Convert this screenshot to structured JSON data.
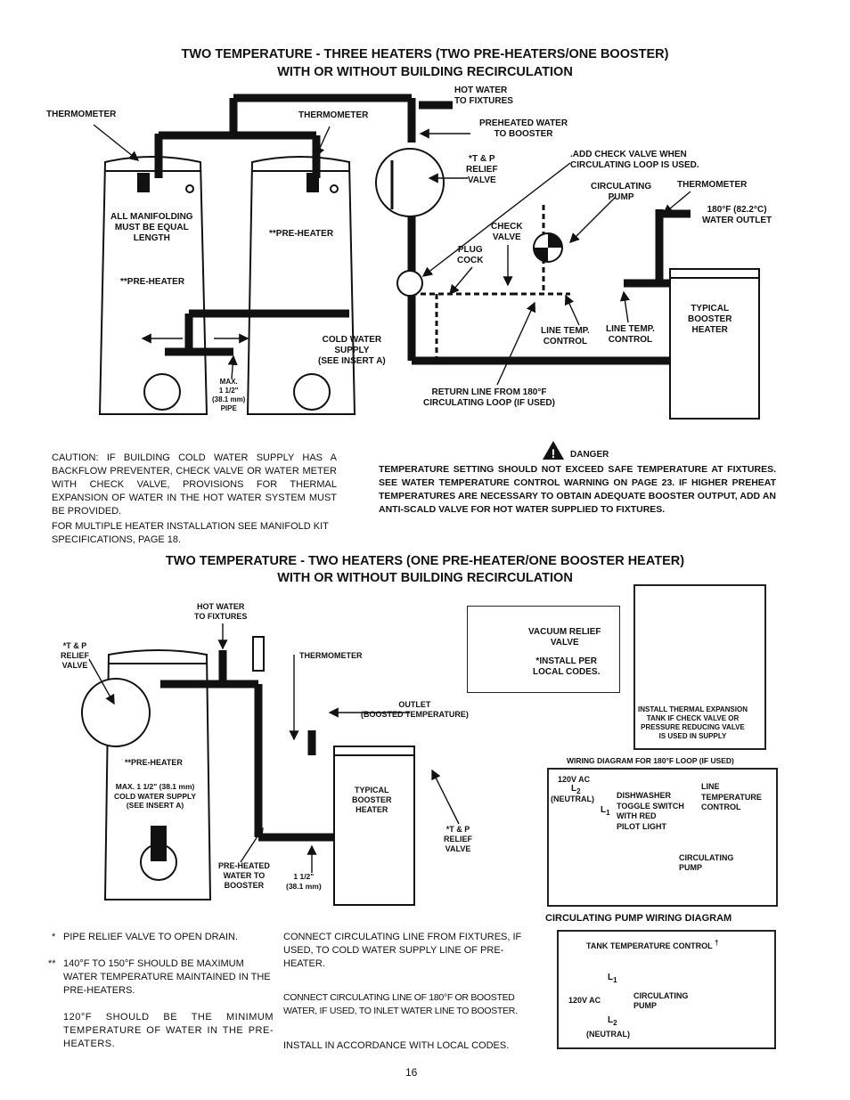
{
  "section1": {
    "title_line1": "TWO TEMPERATURE - THREE HEATERS (TWO PRE-HEATERS/ONE BOOSTER)",
    "title_line2": "WITH OR WITHOUT BUILDING RECIRCULATION",
    "labels": {
      "thermometer_left": "THERMOMETER",
      "thermometer_mid": "THERMOMETER",
      "hot_water_fixtures": "HOT WATER\nTO FIXTURES",
      "preheated_to_booster": "PREHEATED WATER\nTO BOOSTER",
      "tp_relief": "*T & P\nRELIEF\nVALVE",
      "add_check_valve": ".ADD CHECK VALVE WHEN\nCIRCULATING LOOP IS USED.",
      "circulating_pump": "CIRCULATING\nPUMP",
      "thermometer_right": "THERMOMETER",
      "water_outlet": "180°F (82.2°C)\nWATER OUTLET",
      "all_manifolding": "ALL MANIFOLDING\nMUST BE EQUAL\nLENGTH",
      "pre_heater_2": "**PRE-HEATER",
      "check_valve": "CHECK\nVALVE",
      "plug_cock": "PLUG\nCOCK",
      "pre_heater_1": "**PRE-HEATER",
      "typical_booster": "TYPICAL\nBOOSTER\nHEATER",
      "cold_water_supply": "COLD WATER\nSUPPLY\n(SEE INSERT A)",
      "line_temp_1": "LINE TEMP.\nCONTROL",
      "line_temp_2": "LINE TEMP.\nCONTROL",
      "max_pipe": "MAX.\n1 1/2\"\n(38.1 mm)\nPIPE",
      "return_line": "RETURN LINE FROM 180°F\nCIRCULATING LOOP (IF USED)"
    }
  },
  "caution": {
    "para1": "CAUTION: IF BUILDING COLD WATER SUPPLY HAS A BACKFLOW PREVENTER, CHECK VALVE OR WATER METER WITH CHECK VALVE, PROVISIONS FOR THERMAL EXPANSION OF WATER IN THE HOT WATER SYSTEM MUST BE PROVIDED.",
    "para2": "FOR MULTIPLE HEATER INSTALLATION SEE MANIFOLD KIT SPECIFICATIONS, PAGE 18."
  },
  "danger": {
    "heading": "DANGER",
    "text": "TEMPERATURE SETTING SHOULD NOT EXCEED SAFE TEMPERATURE AT FIXTURES. SEE WATER TEMPERATURE CONTROL WARNING ON PAGE 23. IF HIGHER PREHEAT TEMPERATURES ARE NECESSARY TO OBTAIN ADEQUATE BOOSTER OUTPUT, ADD AN ANTI-SCALD VALVE FOR HOT WATER SUPPLIED TO FIXTURES."
  },
  "section2": {
    "title_line1": "TWO TEMPERATURE - TWO HEATERS (ONE PRE-HEATER/ONE BOOSTER HEATER)",
    "title_line2": "WITH OR WITHOUT BUILDING RECIRCULATION",
    "labels": {
      "hot_water_fixtures": "HOT WATER\nTO FIXTURES",
      "tp_relief_left": "*T & P\nRELIEF\nVALVE",
      "thermometer": "THERMOMETER",
      "outlet": "OUTLET\n(BOOSTED TEMPERATURE)",
      "pre_heater": "**PRE-HEATER",
      "max_cold": "MAX. 1 1/2\" (38.1 mm)\nCOLD WATER SUPPLY\n(SEE INSERT A)",
      "typical_booster": "TYPICAL\nBOOSTER\nHEATER",
      "tp_relief_right": "*T & P\nRELIEF\nVALVE",
      "preheated_to_booster": "PRE-HEATED\nWATER TO\nBOOSTER",
      "pipe_size": "1 1/2\"\n(38.1 mm)"
    }
  },
  "vacuum_box": {
    "title": "VACUUM RELIEF\nVALVE",
    "note": "*INSTALL PER\nLOCAL CODES."
  },
  "expansion_box": {
    "text": "INSTALL THERMAL EXPANSION\nTANK IF CHECK VALVE OR\nPRESSURE REDUCING VALVE\nIS USED IN SUPPLY"
  },
  "wiring1": {
    "title": "WIRING DIAGRAM FOR 180°F LOOP (IF USED)",
    "v120": "120V AC",
    "l2": "L",
    "l2_sub": "2",
    "neutral": "(NEUTRAL)",
    "l1": "L",
    "l1_sub": "1",
    "dishwasher": "DISHWASHER\nTOGGLE SWITCH\nWITH RED\nPILOT LIGHT",
    "line_temp": "LINE\nTEMPERATURE\nCONTROL",
    "pump": "CIRCULATING\nPUMP",
    "caption": "CIRCULATING PUMP WIRING DIAGRAM"
  },
  "wiring2": {
    "title": "TANK TEMPERATURE CONTROL",
    "dagger": "†",
    "l1": "L",
    "l1_sub": "1",
    "v120": "120V AC",
    "pump": "CIRCULATING\nPUMP",
    "l2": "L",
    "l2_sub": "2",
    "neutral": "(NEUTRAL)"
  },
  "notes": {
    "n1_mark": "*",
    "n1": "PIPE RELIEF VALVE TO OPEN DRAIN.",
    "n2_mark": "**",
    "n2": "140°F TO 150°F SHOULD BE MAXIMUM WATER TEMPERATURE MAINTAINED IN THE PRE-HEATERS.",
    "n3": "120°F SHOULD BE THE MINIMUM TEMPERATURE OF WATER IN THE PRE-HEATERS.",
    "c1": "CONNECT CIRCULATING LINE FROM FIXTURES, IF USED, TO COLD WATER SUPPLY LINE OF PRE-HEATER.",
    "c2": "CONNECT CIRCULATING LINE OF 180°F OR BOOSTED WATER, IF USED, TO INLET WATER LINE TO BOOSTER.",
    "c3": "INSTALL IN ACCORDANCE WITH LOCAL CODES."
  },
  "page_number": "16"
}
